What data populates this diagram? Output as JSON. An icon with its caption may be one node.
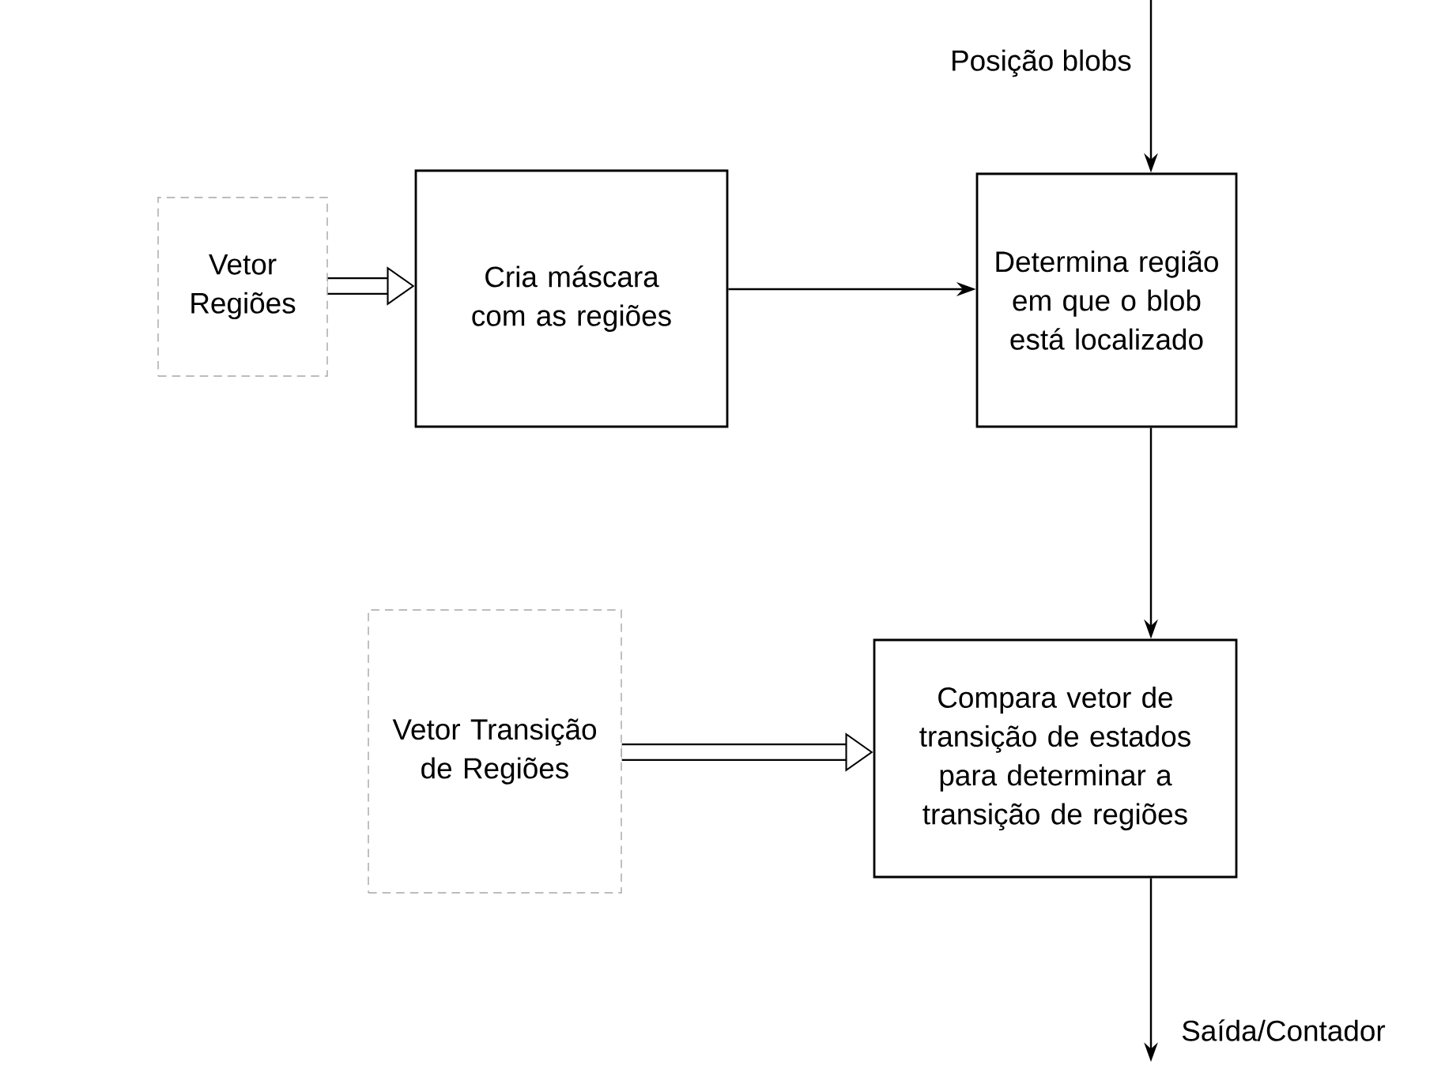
{
  "diagram": {
    "nodes": [
      {
        "text": [
          "Vetor Regiões"
        ]
      },
      {
        "text": [
          "Cria máscara com as regiões"
        ]
      },
      {
        "text": [
          "Determina região em que o blob está localizado"
        ]
      },
      {
        "text": [
          "Vetor Transição de Regiões"
        ]
      },
      {
        "text": [
          "Compara vetor de transição de estados para determinar a transição de regiões"
        ]
      }
    ],
    "edges": [
      {
        "from": 0,
        "to": 1,
        "arrow": "to",
        "style": "thick"
      },
      {
        "from": 1,
        "to": 2,
        "arrow": "to"
      },
      {
        "from": null,
        "to": 2,
        "arrow": "to",
        "label": "Posição blobs"
      },
      {
        "from": 2,
        "to": 4,
        "arrow": "to"
      },
      {
        "from": 3,
        "to": 4,
        "arrow": "to",
        "style": "thick"
      },
      {
        "from": 4,
        "to": null,
        "arrow": "to",
        "label": "Saída/Contador"
      }
    ]
  }
}
